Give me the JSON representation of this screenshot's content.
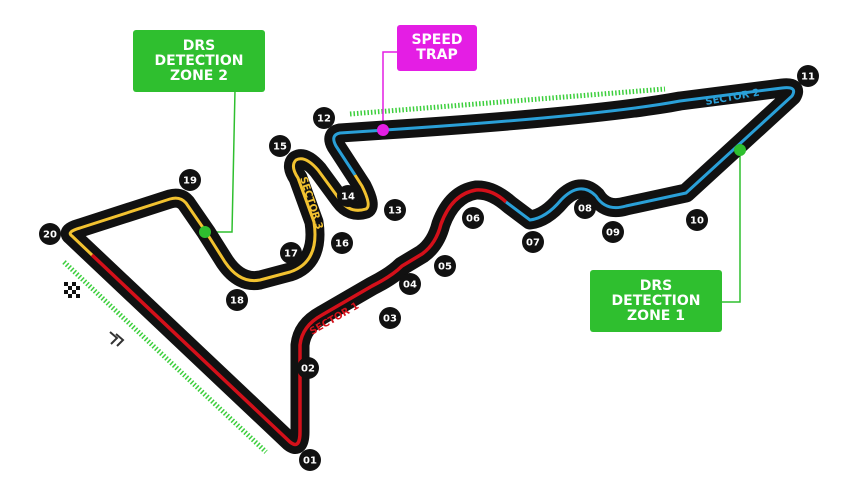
{
  "callouts": {
    "drs_zone_2": [
      "DRS",
      "DETECTION",
      "ZONE 2"
    ],
    "speed_trap": [
      "SPEED",
      "TRAP"
    ],
    "drs_zone_1": [
      "DRS",
      "DETECTION",
      "ZONE 1"
    ]
  },
  "sectors": {
    "sector_1": "SECTOR 1",
    "sector_2": "SECTOR 2",
    "sector_3": "SECTOR 3"
  },
  "corners": [
    "01",
    "02",
    "03",
    "04",
    "05",
    "06",
    "07",
    "08",
    "09",
    "10",
    "11",
    "12",
    "13",
    "14",
    "15",
    "16",
    "17",
    "18",
    "19",
    "20"
  ],
  "colors": {
    "sector_1": "#d4101a",
    "sector_2": "#2aa0d8",
    "sector_3": "#f2c230",
    "drs": "#2fbf2f",
    "speed_trap": "#e41ee4",
    "track": "#111111"
  }
}
